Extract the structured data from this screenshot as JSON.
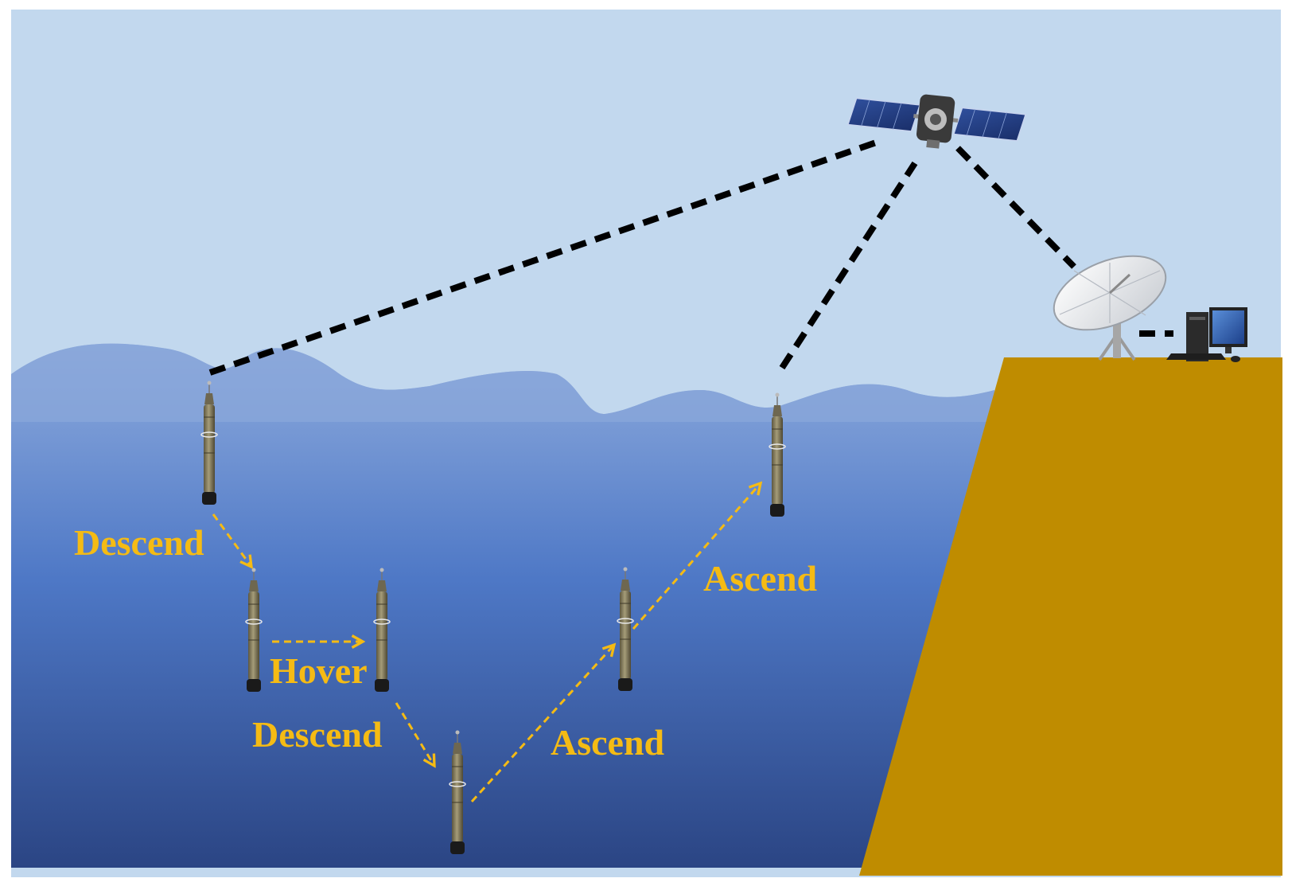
{
  "colors": {
    "sky": "#c2d8ee",
    "water_top": "#8eabdd",
    "water_bottom": "#2b4584",
    "wave_foreground": "#8aa7da",
    "cliff": "#bf8c00",
    "label": "#f5bb14",
    "link": "#000000",
    "float_body": "#7f7758",
    "float_base": "#1a1a1a"
  },
  "labels": {
    "descend_1": "Descend",
    "hover": "Hover",
    "descend_2": "Descend",
    "ascend_1": "Ascend",
    "ascend_2": "Ascend"
  },
  "icons": {
    "satellite": "satellite-icon",
    "dish": "satellite-dish-icon",
    "computer": "desktop-computer-icon",
    "float": "profiling-float-icon"
  }
}
